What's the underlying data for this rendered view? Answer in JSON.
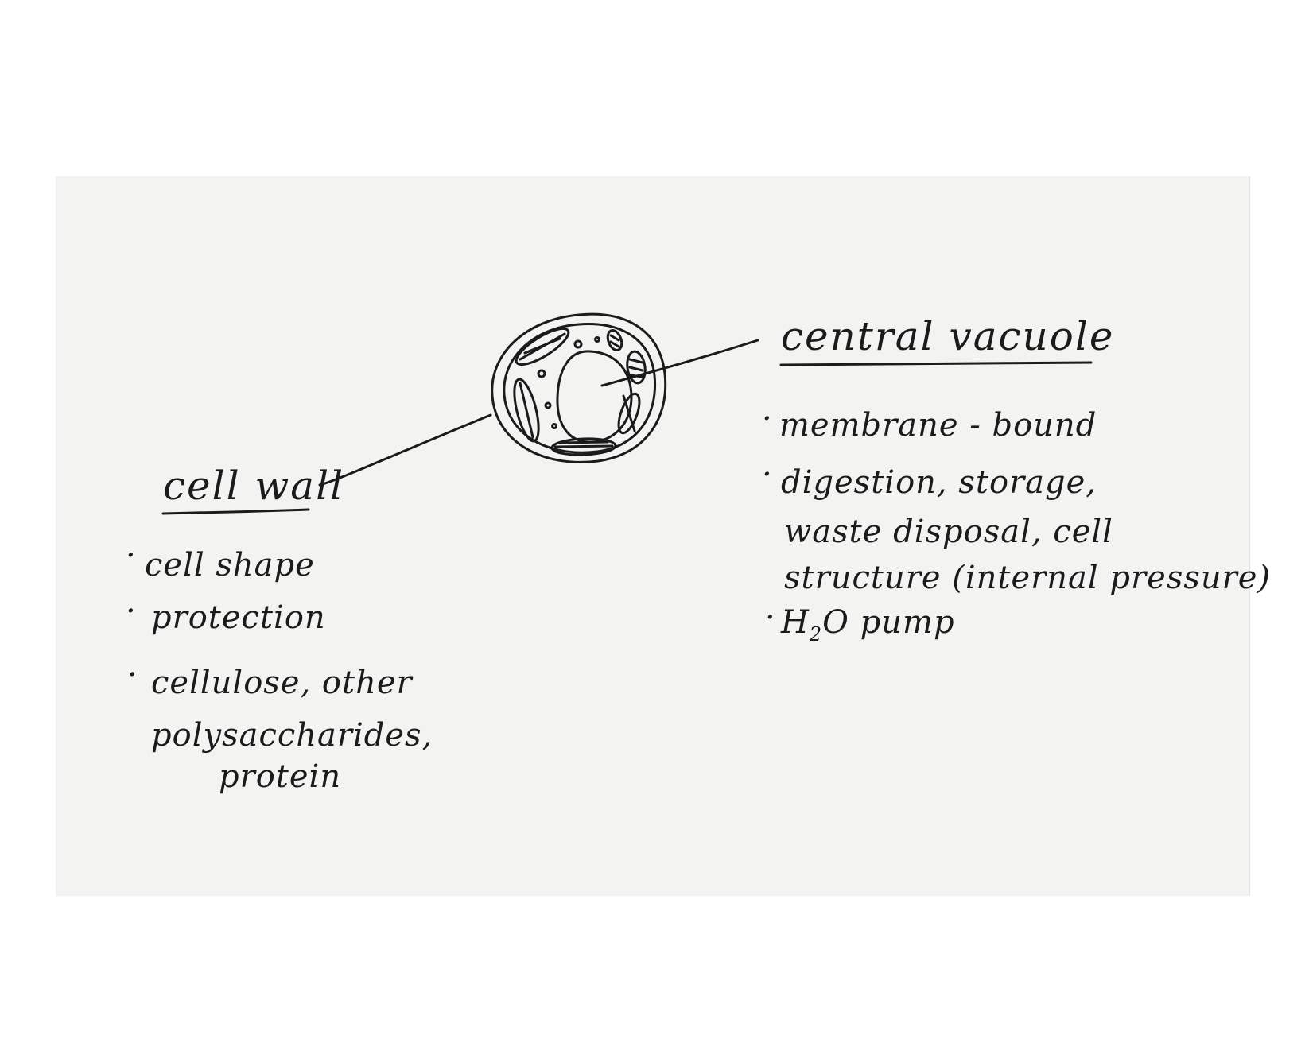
{
  "cell_wall": {
    "title": "cell wall",
    "items": [
      "cell shape",
      "protection",
      "cellulose, other",
      "polysaccharides,",
      "protein"
    ]
  },
  "central_vacuole": {
    "title": "central vacuole",
    "items": [
      "membrane - bound",
      "digestion, storage,",
      "waste disposal, cell",
      "structure (internal pressure)",
      "H",
      "2",
      "O pump"
    ]
  },
  "colors": {
    "ink": "#1b1b1b",
    "paper": "#f3f3f2"
  }
}
